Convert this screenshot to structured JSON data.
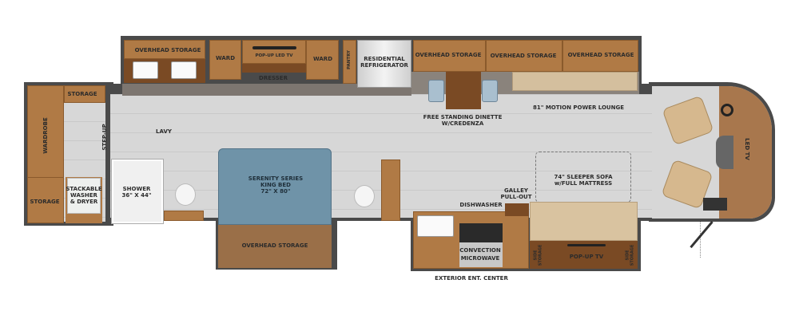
{
  "labels": {
    "overhead_storage_bath": "OVERHEAD STORAGE",
    "ward_left": "WARD",
    "popup_led_tv": "POP-UP LED TV",
    "ward_right": "WARD",
    "dresser": "DRESSER",
    "pantry": "PANTRY",
    "refrigerator": "RESIDENTIAL\nREFRIGERATOR",
    "overhead_storage_1": "OVERHEAD STORAGE",
    "overhead_storage_2": "OVERHEAD STORAGE",
    "overhead_storage_3": "OVERHEAD STORAGE",
    "storage_top": "STORAGE",
    "wardrobe": "WARDROBE",
    "step_up": "STEP-UP",
    "lavy": "LAVY",
    "storage_bottom": "STORAGE",
    "washer_dryer": "STACKABLE\nWASHER\n& DRYER",
    "shower": "SHOWER\n36\" X 44\"",
    "bed": "SERENITY SERIES\nKING BED\n72\" X 80\"",
    "overhead_storage_bed": "OVERHEAD STORAGE",
    "dinette": "FREE STANDING DINETTE\nW/CREDENZA",
    "motion_lounge": "81\" MOTION POWER LOUNGE",
    "sleeper_sofa": "74\" SLEEPER SOFA\nw/FULL MATTRESS",
    "galley_pullout": "GALLEY\nPULL-OUT",
    "dishwasher": "DISHWASHER",
    "microwave": "CONVECTION\nMICROWAVE",
    "side_storage_left": "SIDE\nSTORAGE",
    "popup_tv": "POP-UP TV",
    "side_storage_right": "SIDE\nSTORAGE",
    "led_tv": "LED TV",
    "exterior_ent_center": "EXTERIOR ENT. CENTER"
  },
  "colors": {
    "wood": "#b07a45",
    "dark_wood": "#7a4a24",
    "floor": "#d7d7d7",
    "bed": "#6f93a8",
    "wall": "#4a4a4a"
  }
}
